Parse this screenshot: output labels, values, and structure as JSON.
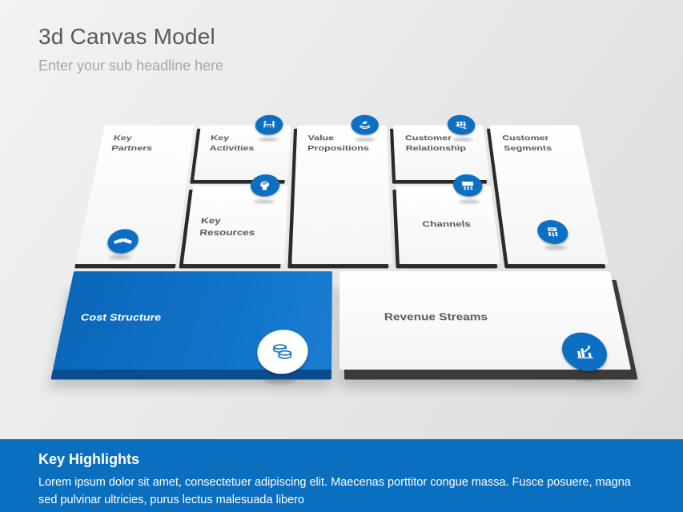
{
  "header": {
    "title": "3d Canvas Model",
    "subtitle": "Enter your sub headline here"
  },
  "canvas": {
    "key_partners": {
      "label": "Key Partners",
      "icon": "handshake-icon"
    },
    "key_activities": {
      "label": "Key Activities",
      "icon": "meeting-icon"
    },
    "key_resources": {
      "label": "Key Resources",
      "icon": "head-gears-icon"
    },
    "value_propositions": {
      "label": "Value Propositions",
      "icon": "hand-coins-icon"
    },
    "customer_relationship": {
      "label": "Customer Relationship",
      "icon": "customers-arrow-icon"
    },
    "channels": {
      "label": "Channels",
      "icon": "presentation-screen-icon"
    },
    "customer_segments": {
      "label": "Customer Segments",
      "icon": "audience-screen-icon"
    },
    "cost_structure": {
      "label": "Cost Structure",
      "icon": "coins-stack-icon"
    },
    "revenue_streams": {
      "label": "Revenue Streams",
      "icon": "bar-chart-arrow-icon"
    }
  },
  "footer": {
    "heading": "Key Highlights",
    "body": "Lorem ipsum dolor sit amet, consectetuer adipiscing elit. Maecenas porttitor congue massa. Fusce posuere, magna sed pulvinar ultricies, purus lectus malesuada libero"
  },
  "colors": {
    "accent_blue": "#0d6fc4",
    "band_blue": "#0b6fc0",
    "cost_edge_blue": "#0a4c92",
    "panel_edge_dark": "#2b2b2b",
    "title_gray": "#595959",
    "subtitle_gray": "#a6a6a6",
    "panel_white": "#ffffff"
  }
}
